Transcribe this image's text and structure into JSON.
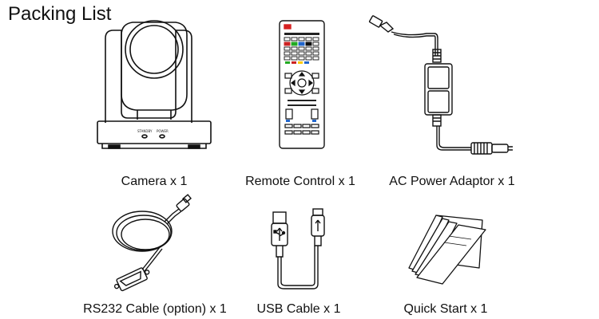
{
  "title": "Packing List",
  "items": [
    {
      "caption": "Camera x 1",
      "icon": "ptz-camera-icon",
      "labels": {
        "standby": "STANDBY",
        "power": "POWER"
      }
    },
    {
      "caption": "Remote Control x 1",
      "icon": "remote-control-icon"
    },
    {
      "caption": "AC Power Adaptor x 1",
      "icon": "power-adaptor-icon"
    },
    {
      "caption": "RS232 Cable (option) x 1",
      "icon": "rs232-cable-icon"
    },
    {
      "caption": "USB Cable x 1",
      "icon": "usb-cable-icon"
    },
    {
      "caption": "Quick Start x 1",
      "icon": "quick-start-booklet-icon"
    }
  ],
  "colors": {
    "line": "#111111",
    "background": "#ffffff"
  }
}
